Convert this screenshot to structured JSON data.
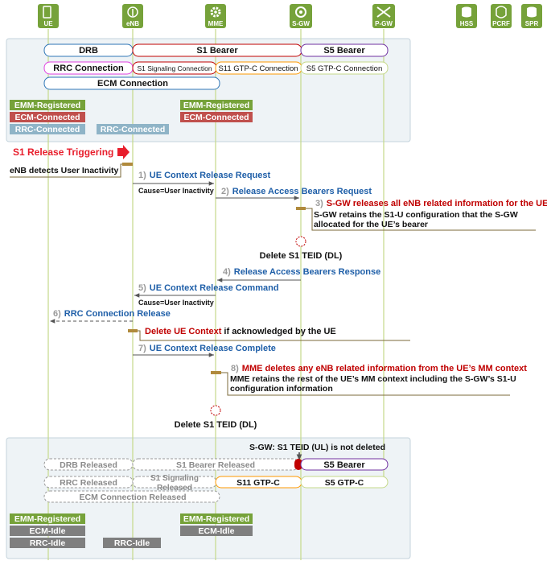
{
  "entities": {
    "ue": "UE",
    "enb": "eNB",
    "mme": "MME",
    "sgw": "S-GW",
    "pgw": "P-GW",
    "hss": "HSS",
    "pcrf": "PCRF",
    "spr": "SPR"
  },
  "top_state": {
    "drb": "DRB",
    "s1_bearer": "S1 Bearer",
    "s5_bearer": "S5 Bearer",
    "rrc_connection": "RRC Connection",
    "s1_signaling": "S1 Signaling Connection",
    "s11_gtpc": "S11 GTP-C Connection",
    "s5_gtpc": "S5 GTP-C Connection",
    "ecm_connection": "ECM Connection",
    "ue_emm": "EMM-Registered",
    "ue_ecm": "ECM-Connected",
    "ue_rrc": "RRC-Connected",
    "enb_rrc": "RRC-Connected",
    "mme_emm": "EMM-Registered",
    "mme_ecm": "ECM-Connected"
  },
  "trigger": {
    "title": "S1 Release Triggering",
    "enb_event": "eNB detects User Inactivity"
  },
  "steps": {
    "s1_num": "1)",
    "s1_text": "UE Context Release Request",
    "s1_cause": "Cause=User Inactivity",
    "s2_num": "2)",
    "s2_text": "Release Access Bearers Request",
    "s3_num": "3)",
    "s3_title": "S-GW releases all eNB related information for the UE",
    "s3_line1": "S-GW retains the S1-U configuration that the S-GW",
    "s3_line2": "allocated for the UE’s bearer",
    "delete_sgw": "Delete S1 TEID (DL)",
    "s4_num": "4)",
    "s4_text": "Release Access Bearers Response",
    "s5_num": "5)",
    "s5_text": "UE Context Release Command",
    "s5_cause": "Cause=User Inactivity",
    "s6_num": "6)",
    "s6_text": "RRC Connection Release",
    "enb_delete_red": "Delete UE Context",
    "enb_delete_black": " if acknowledged by the UE",
    "s7_num": "7)",
    "s7_text": "UE Context Release Complete",
    "s8_num": "8)",
    "s8_title": "MME deletes any eNB related information from the UE’s MM context",
    "s8_line1": "MME retains the rest of the UE’s MM context including the S-GW’s S1-U",
    "s8_line2": "configuration information",
    "delete_mme": "Delete S1 TEID (DL)"
  },
  "bottom_state": {
    "sgw_note": "S-GW: S1 TEID (UL) is not deleted",
    "drb_released": "DRB Released",
    "s1_bearer_released": "S1 Bearer Released",
    "s5_bearer": "S5 Bearer",
    "rrc_released": "RRC  Released",
    "s1_signaling_released_1": "S1 Signaling",
    "s1_signaling_released_2": "Released",
    "s11_gtpc": "S11 GTP-C",
    "s5_gtpc": "S5 GTP-C",
    "ecm_released": "ECM Connection Released",
    "ue_emm": "EMM-Registered",
    "ue_ecm": "ECM-Idle",
    "ue_rrc": "RRC-Idle",
    "enb_rrc": "RRC-Idle",
    "mme_emm": "EMM-Registered",
    "mme_ecm": "ECM-Idle"
  },
  "colors": {
    "lifeline": "#c5d98a",
    "icon": "#76a23a",
    "panel": "#eef3f6",
    "panel_border": "#c4d3dc",
    "drb": "#2e75b6",
    "s1": "#c00000",
    "s5": "#7030a0",
    "rrc": "#e040e0",
    "s11": "#ff9900",
    "green_badge": "#76a23a",
    "red_badge": "#c0504d",
    "blue_badge": "#8fb4c7",
    "gray_badge": "#7f7f7f",
    "msg_blue": "#1f5fa8",
    "msg_red": "#c00000",
    "step_gray": "#9a9a9a",
    "trigger_red": "#e81e2c"
  }
}
